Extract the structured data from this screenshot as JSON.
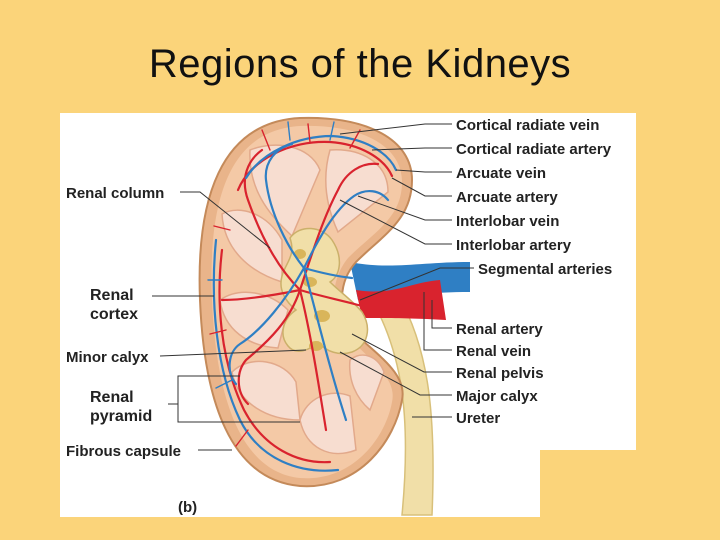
{
  "slide": {
    "title": "Regions of the Kidneys"
  },
  "figure": {
    "panel_label": "(b)",
    "labels_right": [
      "Cortical radiate vein",
      "Cortical radiate artery",
      "Arcuate vein",
      "Arcuate artery",
      "Interlobar vein",
      "Interlobar artery",
      "Segmental arteries",
      "Renal artery",
      "Renal vein",
      "Renal pelvis",
      "Major calyx",
      "Ureter"
    ],
    "labels_left": {
      "renal_column": "Renal column",
      "renal_cortex_line1": "Renal",
      "renal_cortex_line2": "cortex",
      "minor_calyx": "Minor calyx",
      "renal_pyramid_line1": "Renal",
      "renal_pyramid_line2": "pyramid",
      "fibrous_capsule": "Fibrous capsule"
    },
    "colors": {
      "artery": "#d9232e",
      "vein": "#2f7fc4",
      "cortex": "#f4c9a6",
      "pyramid": "#f7ddd0",
      "pelvis": "#f1dfa8",
      "capsule": "#e9b48a"
    }
  }
}
